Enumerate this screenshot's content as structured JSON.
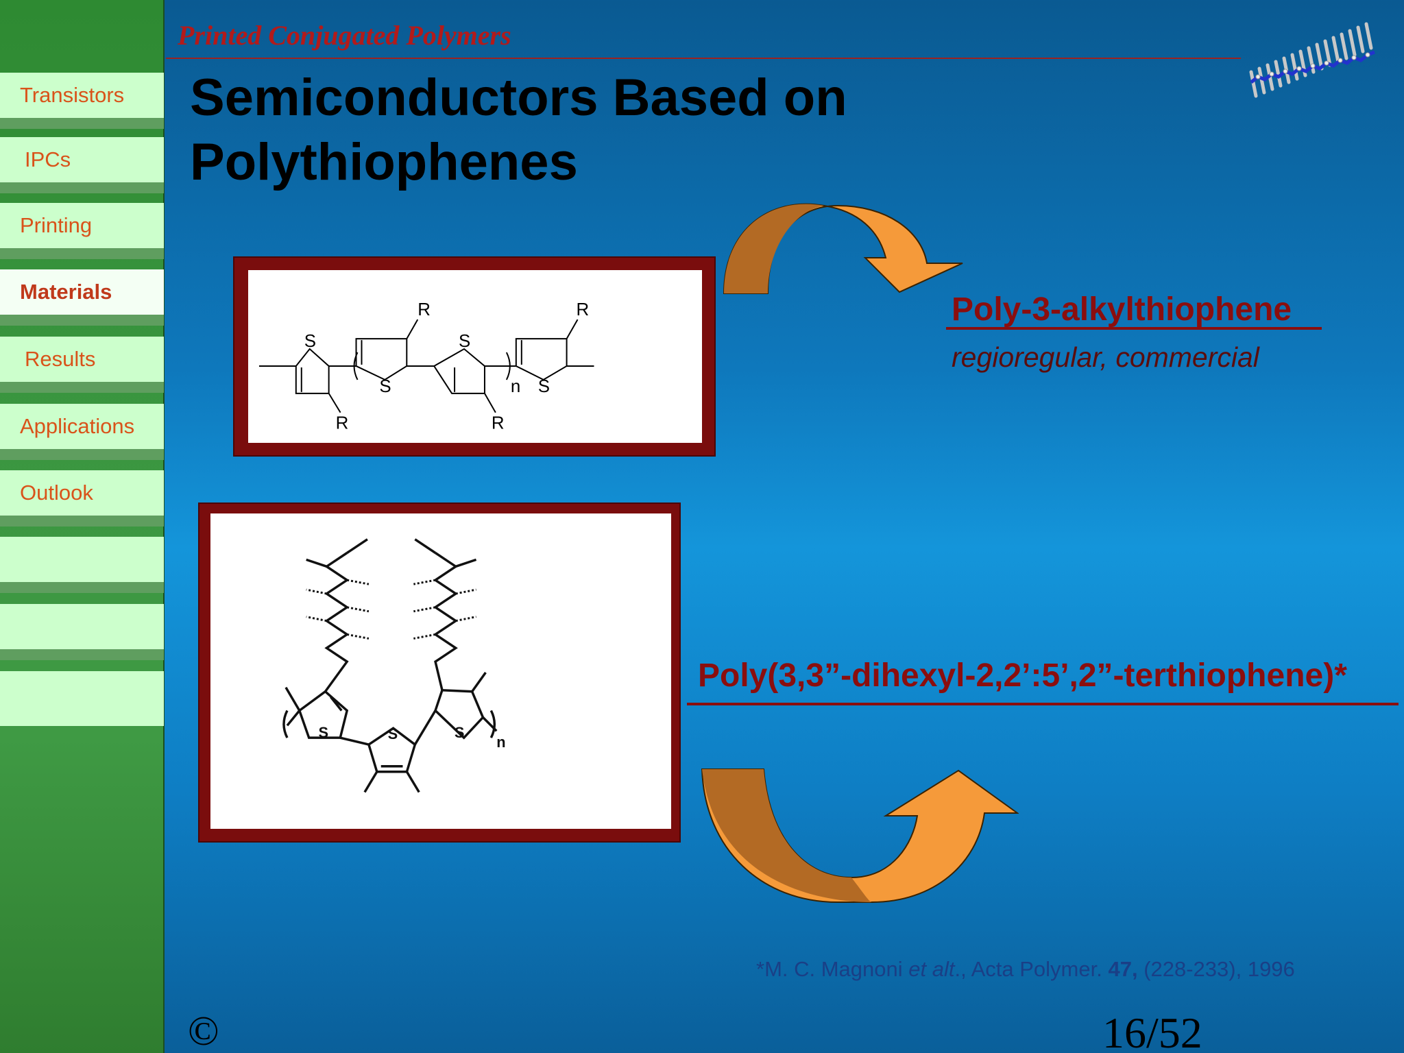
{
  "header": {
    "brand": "Printed Conjugated Polymers",
    "title": "Semiconductors Based on Polythiophenes"
  },
  "sidebar": {
    "items": [
      {
        "label": "Transistors"
      },
      {
        "label": "IPCs"
      },
      {
        "label": "Printing"
      },
      {
        "label": "Materials",
        "active": true
      },
      {
        "label": "Results"
      },
      {
        "label": "Applications"
      },
      {
        "label": "Outlook"
      }
    ]
  },
  "structure1": {
    "name": "Poly-3-alkylthiophene",
    "description": "regioregular, commercial",
    "atoms": {
      "sulfur": "S",
      "substituent": "R",
      "repeat": "n"
    }
  },
  "structure2": {
    "name": "Poly(3,3”-dihexyl-2,2’:5’,2”-terthiophene)*",
    "atoms": {
      "sulfur": "S",
      "repeat": "n"
    }
  },
  "citation": {
    "prefix": "*M. C. Magnoni ",
    "etal": "et alt",
    "journal": "., Acta Polymer. ",
    "volume": "47,",
    "rest": " (228-233), 1996"
  },
  "footer": {
    "copyright": "©",
    "page": "16/52"
  },
  "colors": {
    "sidebar_green": "#3a9640",
    "nav_bg": "#ccffcc",
    "nav_text": "#d9531a",
    "label_red": "#8b0e0e",
    "arrow_orange": "#f5a040"
  }
}
